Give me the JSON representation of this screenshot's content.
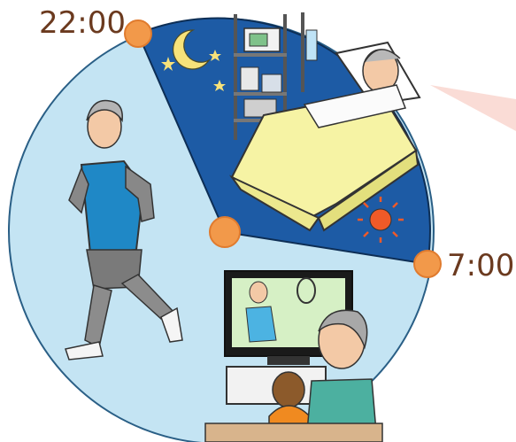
{
  "labels": {
    "start_time": "22:00",
    "end_time": "7:00"
  },
  "colors": {
    "text": "#6b3a1f",
    "day_fill": "#c4e4f3",
    "night_fill": "#1d5ba5",
    "clock_outline": "#2a5f86",
    "marker": "#f2994a",
    "marker_outline": "#e07b2e",
    "blanket": "#f6f3a4",
    "moon_star": "#f7e27a",
    "sun": "#f05a28",
    "beam": "#f9d8d2"
  },
  "icons": {
    "night": [
      "moon-icon",
      "star-icon",
      "sun-icon"
    ],
    "figures": [
      "sleeping-man-in-bed",
      "jogging-man",
      "man-watching-tv"
    ]
  }
}
